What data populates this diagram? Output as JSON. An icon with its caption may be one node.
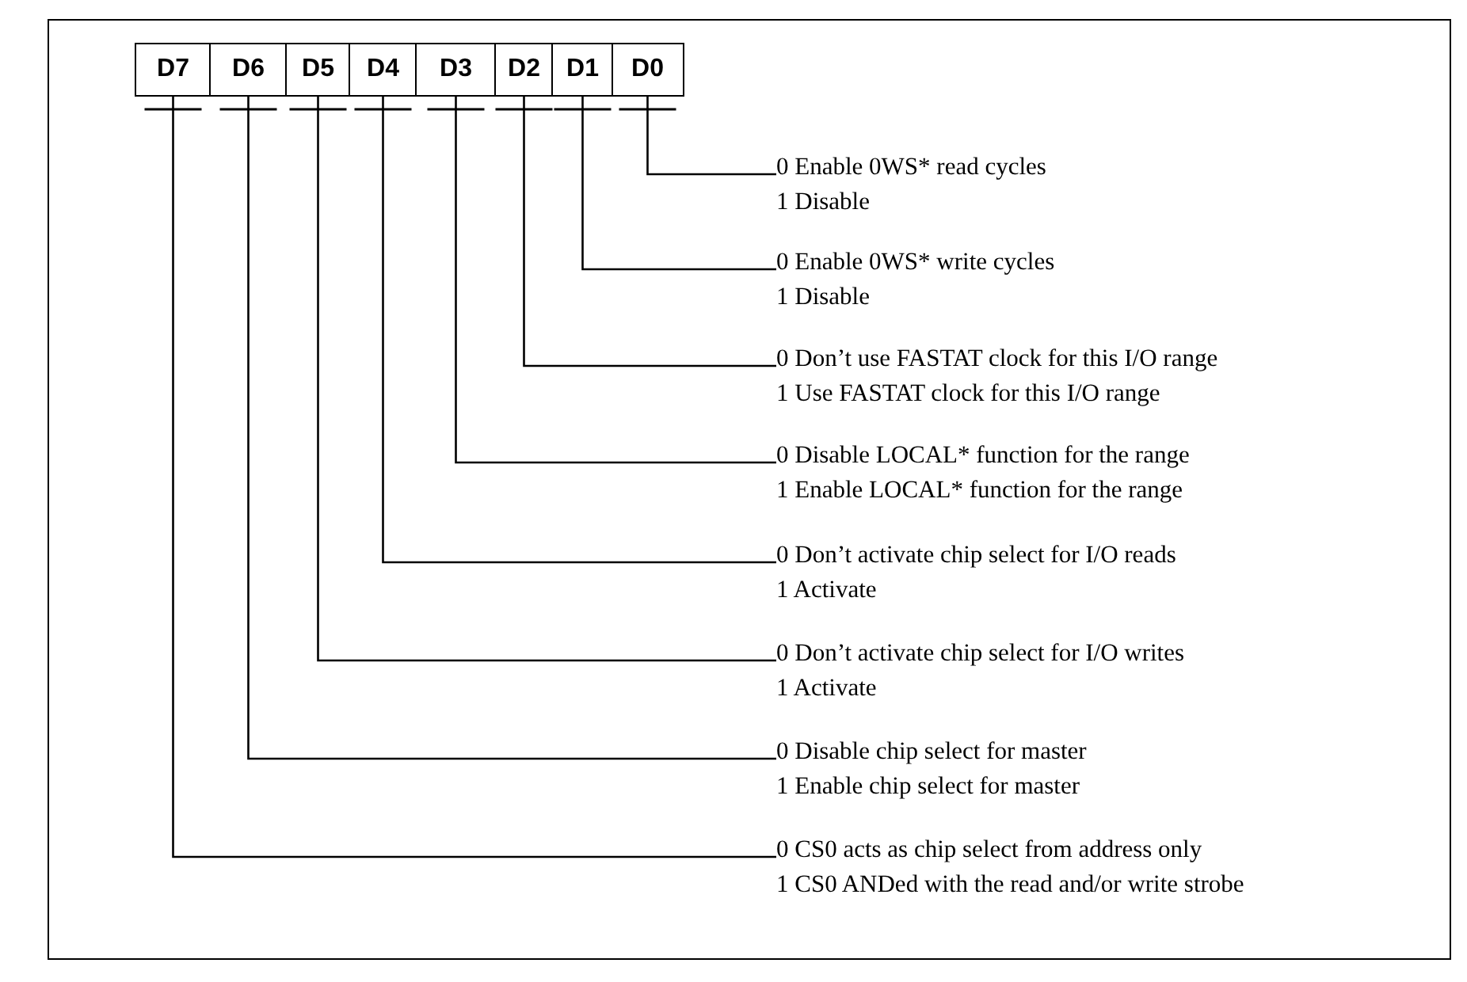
{
  "diagram": {
    "nodes": [
      {
        "text": [
          "D7"
        ]
      },
      {
        "text": [
          "D6"
        ]
      },
      {
        "text": [
          "D5"
        ]
      },
      {
        "text": [
          "D4"
        ]
      },
      {
        "text": [
          "D3"
        ]
      },
      {
        "text": [
          "D2"
        ]
      },
      {
        "text": [
          "D1"
        ]
      },
      {
        "text": [
          "D0"
        ]
      },
      {
        "text": [
          "0 Enable 0WS* read cycles",
          "1 Disable"
        ]
      },
      {
        "text": [
          "0 Enable 0WS* write cycles",
          "1 Disable"
        ]
      },
      {
        "text": [
          "0 Don’t use FASTAT clock for this I/O range",
          "1 Use FASTAT clock for this I/O range"
        ]
      },
      {
        "text": [
          "0 Disable LOCAL* function for the range",
          "1 Enable LOCAL* function for the range"
        ]
      },
      {
        "text": [
          "0 Don’t activate chip select for I/O reads",
          "1 Activate"
        ]
      },
      {
        "text": [
          "0 Don’t activate chip select for I/O writes",
          "1 Activate"
        ]
      },
      {
        "text": [
          "0 Disable chip select for master",
          "1 Enable chip select for master"
        ]
      },
      {
        "text": [
          "0 CS0 acts as chip select from address only",
          "1 CS0 ANDed with the read and/or write strobe"
        ]
      }
    ],
    "edges": [
      {
        "from": 7,
        "to": 8,
        "arrow": "none"
      },
      {
        "from": 6,
        "to": 9,
        "arrow": "none"
      },
      {
        "from": 5,
        "to": 10,
        "arrow": "none"
      },
      {
        "from": 4,
        "to": 11,
        "arrow": "none"
      },
      {
        "from": 3,
        "to": 12,
        "arrow": "none"
      },
      {
        "from": 2,
        "to": 13,
        "arrow": "none"
      },
      {
        "from": 1,
        "to": 14,
        "arrow": "none"
      },
      {
        "from": 0,
        "to": 15,
        "arrow": "none"
      }
    ]
  }
}
